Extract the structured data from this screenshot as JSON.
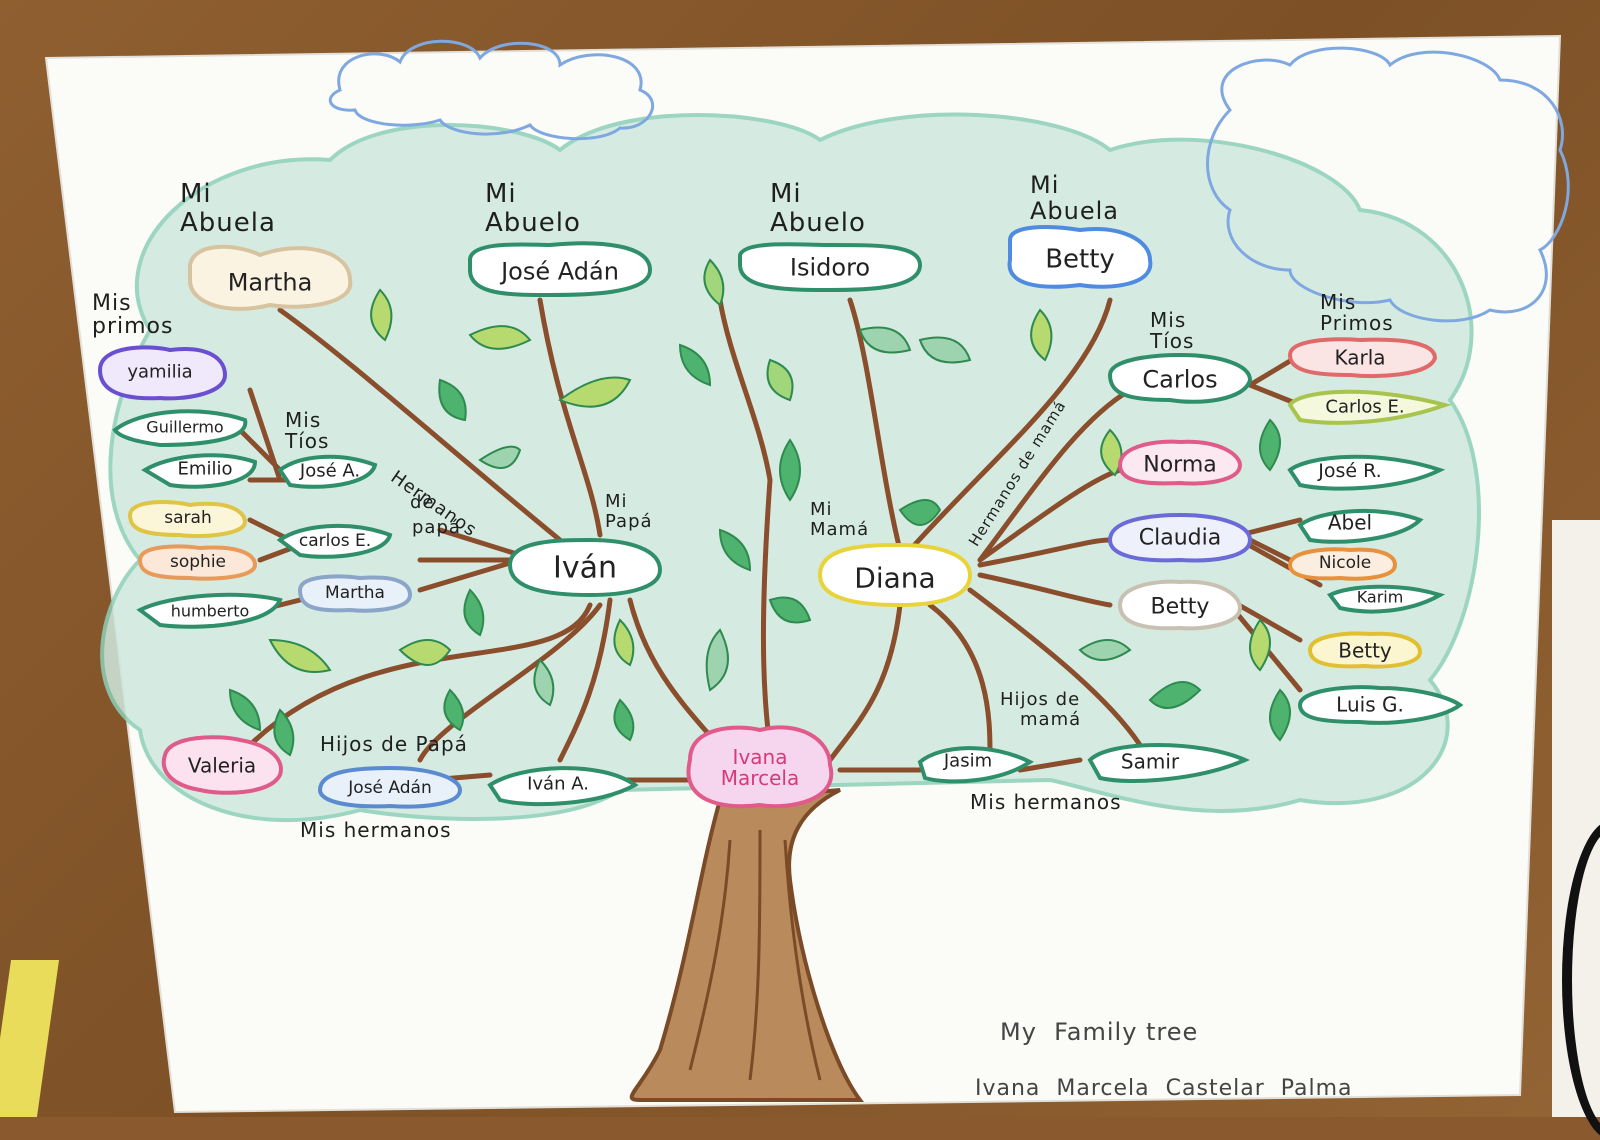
{
  "caption": {
    "title": "My  Family tree",
    "author": "Ivana  Marcela  Castelar  Palma"
  },
  "center_node": {
    "line1": "Ivana",
    "line2": "Marcela"
  },
  "grandparents": [
    {
      "role": [
        "Mi",
        "Abuela"
      ],
      "name": "Martha"
    },
    {
      "role": [
        "Mi",
        "Abuelo"
      ],
      "name": "José Adán"
    },
    {
      "role": [
        "Mi",
        "Abuelo"
      ],
      "name": "Isidoro"
    },
    {
      "role": [
        "Mi",
        "Abuela"
      ],
      "name": "Betty"
    }
  ],
  "parents": [
    {
      "role": [
        "Mi",
        "Papá"
      ],
      "name": "Iván"
    },
    {
      "role": [
        "Mi",
        "Mamá"
      ],
      "name": "Diana"
    }
  ],
  "father_side": {
    "cousins_label": [
      "Mis",
      "primos"
    ],
    "uncles_label": [
      "Mis",
      "Tíos"
    ],
    "siblings_label": [
      "Hermanos",
      "de",
      "papá"
    ],
    "yamilia": "yamilia",
    "guillermo": "Guillermo",
    "emilio": "Emilio",
    "jose_a": "José A.",
    "sarah": "sarah",
    "sophie": "sophie",
    "carlos_e": "carlos E.",
    "humberto": "humberto",
    "martha": "Martha"
  },
  "mother_side": {
    "uncles_label": [
      "Mis",
      "Tíos"
    ],
    "cousins_label": [
      "Mis",
      "Primos"
    ],
    "siblings_label": "Hermanos de mamá",
    "carlos": "Carlos",
    "karla": "Karla",
    "carlos_e": "Carlos E.",
    "norma": "Norma",
    "jose_r": "José R.",
    "claudia": "Claudia",
    "abel": "Abel",
    "nicole": "Nicole",
    "karim": "Karim",
    "betty": "Betty",
    "betty2": "Betty",
    "luis": "Luis G."
  },
  "dad_children": {
    "label": "Hijos de Papá",
    "valeria": "Valeria",
    "jose_adan": "José Adán",
    "ivan_a": "Iván A.",
    "siblings_caption": "Mis hermanos"
  },
  "mom_children": {
    "label": [
      "Hijos de",
      "mamá"
    ],
    "jasim": "Jasim",
    "samir": "Samir",
    "siblings_caption": "Mis hermanos"
  },
  "colors": {
    "trunk": "#9b6a3e",
    "branch": "#8a4e2c",
    "canopy": "#bfe3d6",
    "leaf": "#3aa36a",
    "cloud": "#7fa8e0",
    "paper": "#fbfbf7"
  }
}
